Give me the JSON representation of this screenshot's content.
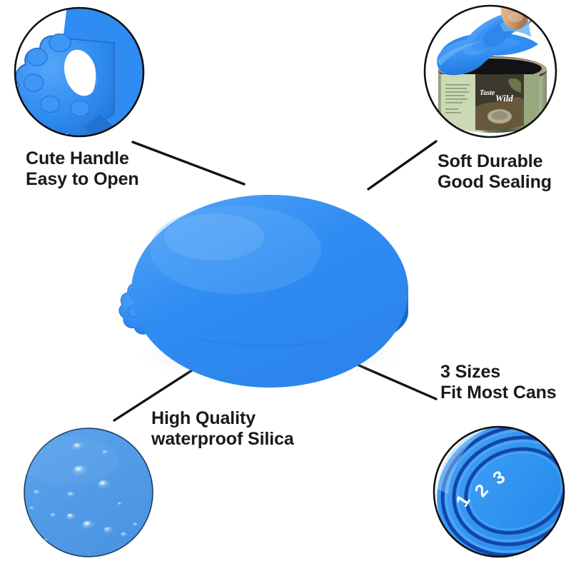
{
  "product": {
    "name": "silicone-pet-food-can-lid",
    "description": "Blue silicone can cover with paw-shaped pull handle",
    "colors": {
      "lid_top": "#2f8cf2",
      "lid_top_light": "#4c9df6",
      "lid_side": "#1f6fd0",
      "lid_side_dark": "#1b5fb4",
      "groove_dark": "#1246a8",
      "droplet_surface": "#4e9ae8",
      "outline": "#111111",
      "text": "#1a1a1a",
      "background": "#ffffff"
    }
  },
  "callouts": [
    {
      "id": "cute-handle",
      "position": "top-left",
      "line1": "Cute Handle",
      "line2": "Easy to Open",
      "detail": "close-up of paw-shaped handle tab with finger hole"
    },
    {
      "id": "soft-durable",
      "position": "top-right",
      "line1": "Soft Durable",
      "line2": "Good Sealing",
      "detail": "hand peeling blue lid off a pet food can",
      "can_label": {
        "brand_line1": "Taste",
        "brand_line2": "Wild",
        "label_color": "#b9ccA4"
      }
    },
    {
      "id": "high-quality",
      "position": "bottom-left",
      "line1": "High Quality",
      "line2": "waterproof Silica",
      "detail": "water droplets beading on blue silicone surface"
    },
    {
      "id": "three-sizes",
      "position": "bottom-right",
      "line1": "3 Sizes",
      "line2": "Fit Most Cans",
      "detail": "underside of lid showing three concentric sizing grooves",
      "size_marks": [
        "1",
        "2",
        "3"
      ]
    }
  ]
}
